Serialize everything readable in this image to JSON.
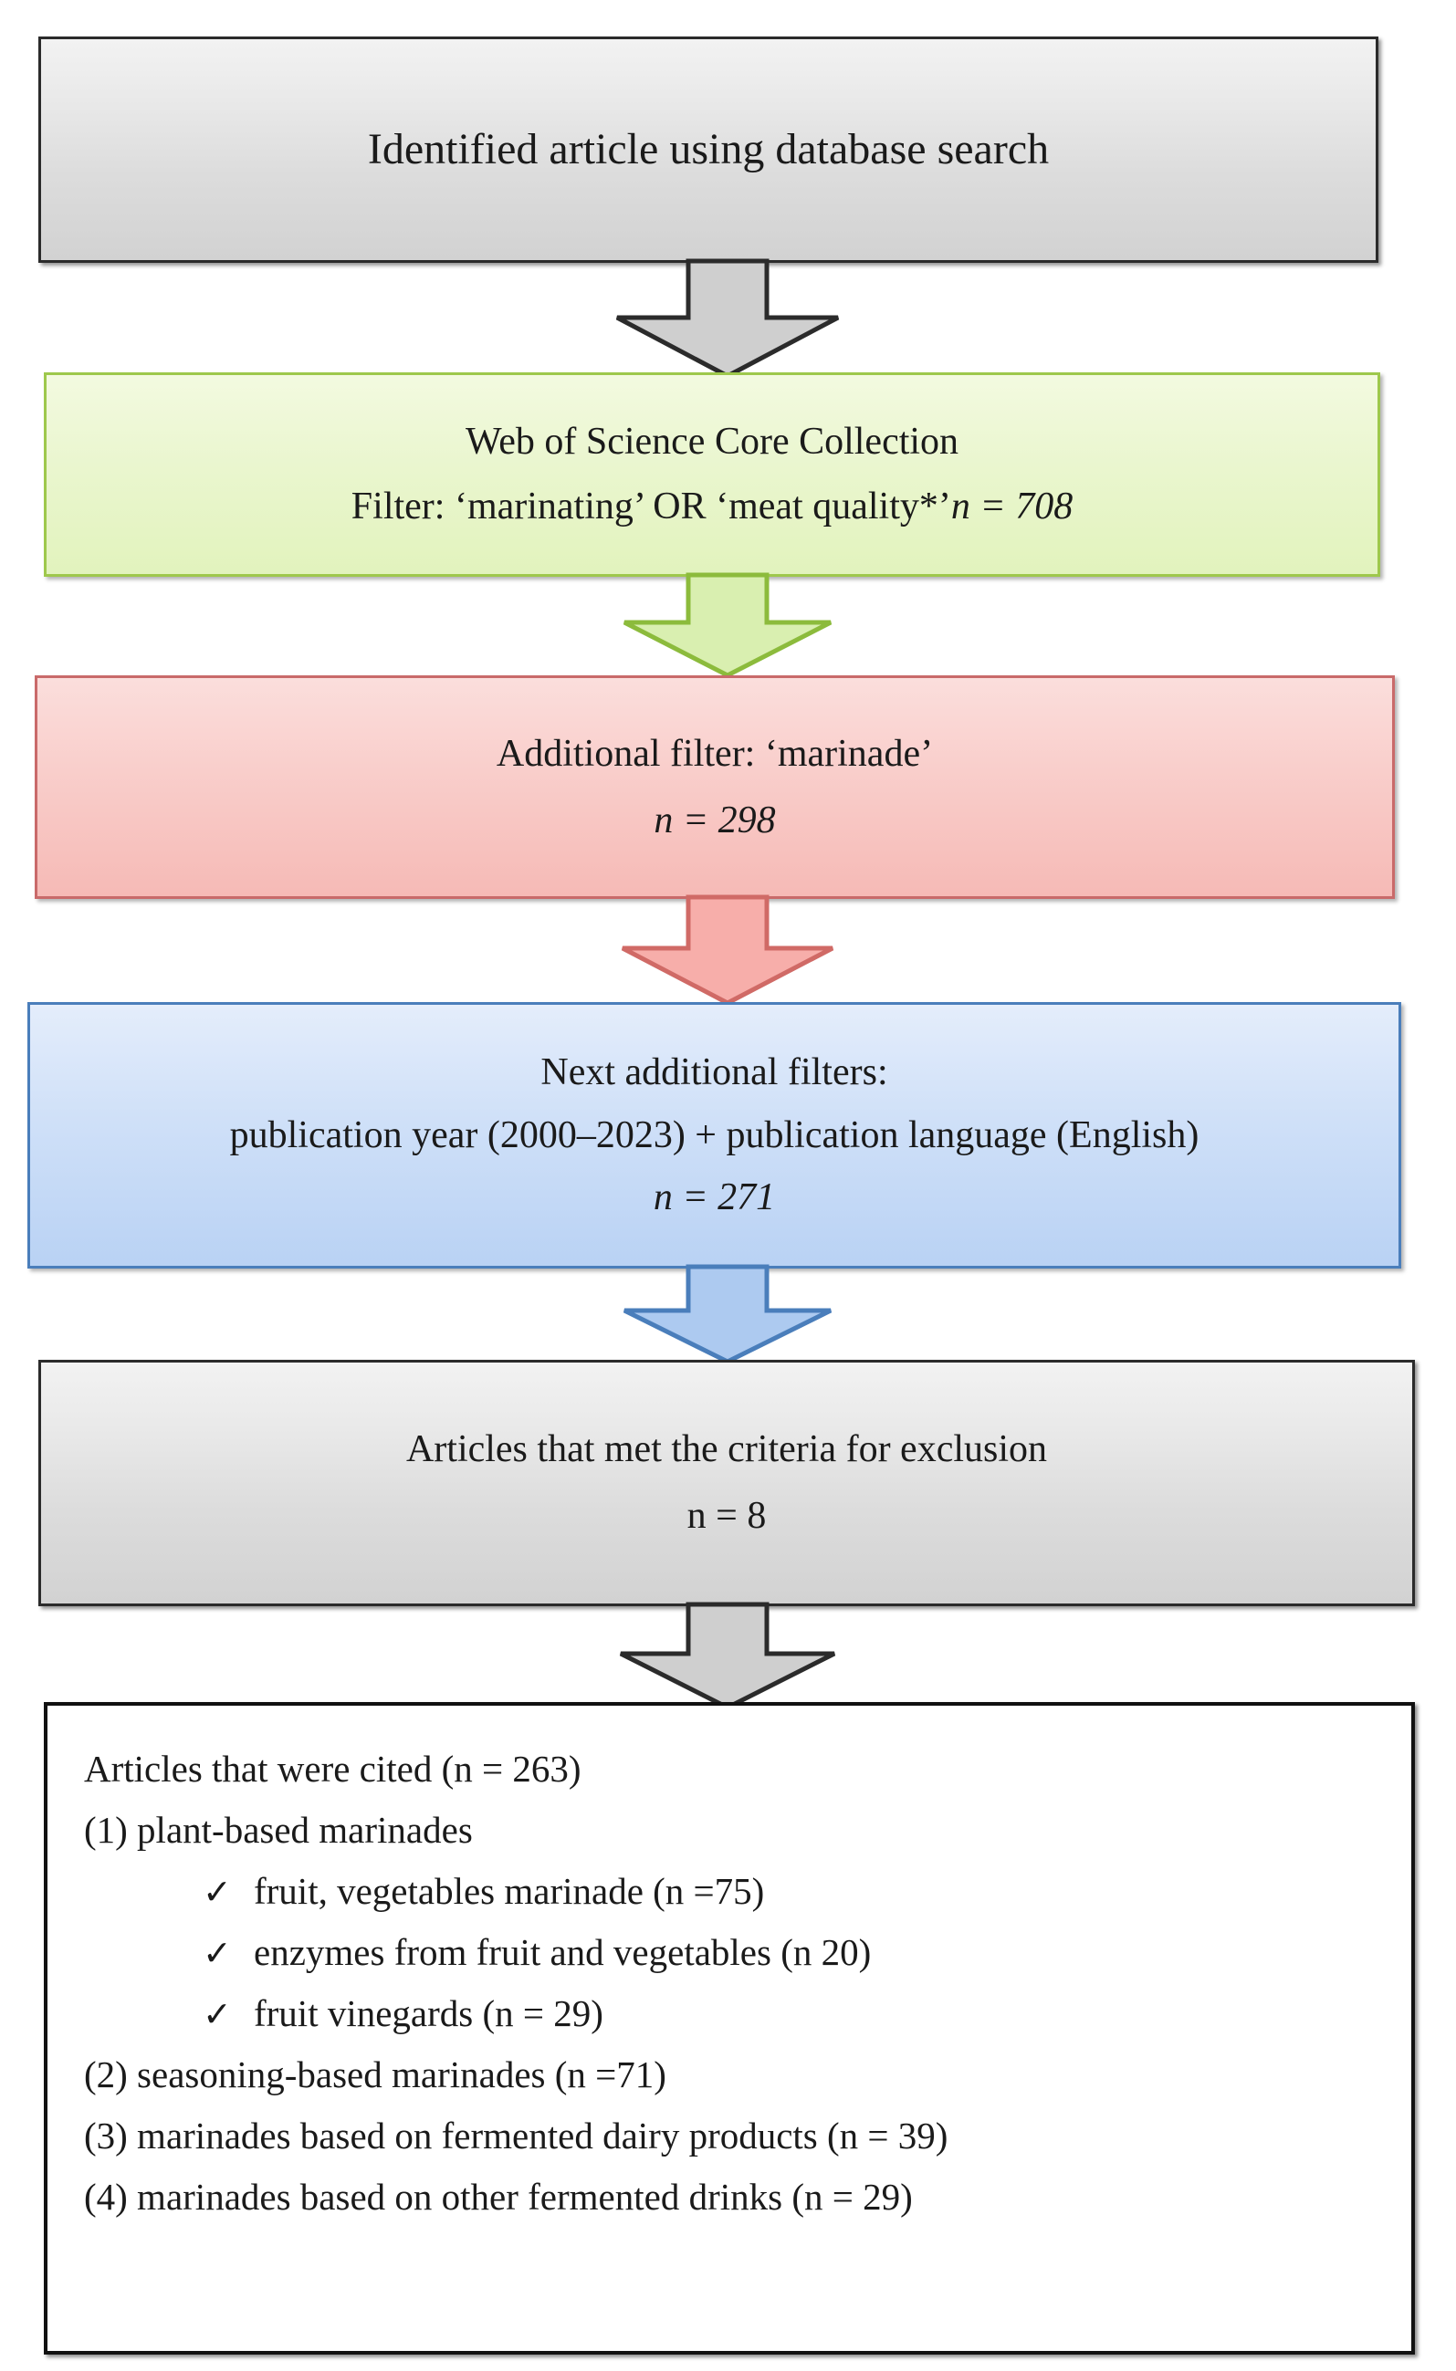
{
  "diagram": {
    "title": "PRISMA-style article selection flowchart",
    "colors": {
      "gray_border": "#2b2b2b",
      "green_border": "#9ec84c",
      "green_fill": "#e2f3bd",
      "pink_border": "#c96a6a",
      "pink_fill": "#f6bab6",
      "blue_border": "#4a7ebb",
      "blue_fill": "#b9d2f4",
      "plain_border": "#111111",
      "plain_fill": "#ffffff"
    },
    "nodes": [
      {
        "id": "identified",
        "style": "gray",
        "lines": [
          {
            "text": "Identified article using database search",
            "italic": false
          }
        ]
      },
      {
        "id": "wos",
        "style": "green",
        "lines": [
          {
            "text": "Web of Science Core Collection",
            "italic": false
          },
          {
            "text": "Filter: ‘marinating’ OR ‘meat quality*’",
            "italic": false,
            "suffix": "n = 708",
            "suffix_italic": true
          }
        ]
      },
      {
        "id": "additional-filter",
        "style": "pink",
        "lines": [
          {
            "text": "Additional filter:  ‘marinade’",
            "italic": false
          },
          {
            "text": "n = 298",
            "italic": true
          }
        ]
      },
      {
        "id": "next-filters",
        "style": "blue",
        "lines": [
          {
            "text": "Next additional filters:",
            "italic": false
          },
          {
            "text": "publication year (2000–2023) + publication language (English)",
            "italic": false
          },
          {
            "text": "n = 271",
            "italic": true
          }
        ]
      },
      {
        "id": "excluded",
        "style": "gray",
        "lines": [
          {
            "text": "Articles that met the criteria for exclusion",
            "italic": false
          },
          {
            "text": "n = 8",
            "italic": false
          }
        ]
      }
    ],
    "arrows": [
      {
        "id": "arrow-1",
        "from": "identified",
        "to": "wos",
        "fill": "#cfcfcf",
        "stroke": "#2b2b2b"
      },
      {
        "id": "arrow-2",
        "from": "wos",
        "to": "additional-filter",
        "fill": "#d9efb0",
        "stroke": "#8cbb3c"
      },
      {
        "id": "arrow-3",
        "from": "additional-filter",
        "to": "next-filters",
        "fill": "#f7aeaa",
        "stroke": "#d06a66"
      },
      {
        "id": "arrow-4",
        "from": "next-filters",
        "to": "excluded",
        "fill": "#adcaf0",
        "stroke": "#4a7ebb"
      },
      {
        "id": "arrow-5",
        "from": "excluded",
        "to": "cited",
        "fill": "#cfcfcf",
        "stroke": "#2b2b2b"
      }
    ],
    "result_box": {
      "id": "cited",
      "heading": "Articles that were cited (n = 263)",
      "items": [
        {
          "level": 0,
          "marker": "",
          "text": "(1) plant-based marinades"
        },
        {
          "level": 1,
          "marker": "✓",
          "text": "fruit, vegetables marinade (n =75)"
        },
        {
          "level": 1,
          "marker": "✓",
          "text": "enzymes from fruit and vegetables (n 20)"
        },
        {
          "level": 1,
          "marker": "✓",
          "text": "fruit vinegards (n = 29)"
        },
        {
          "level": 0,
          "marker": "",
          "text": "(2) seasoning-based marinades (n =71)"
        },
        {
          "level": 0,
          "marker": "",
          "text": "(3) marinades based on fermented dairy products (n = 39)"
        },
        {
          "level": 0,
          "marker": "",
          "text": "(4) marinades based on other fermented drinks (n = 29)"
        }
      ]
    }
  }
}
